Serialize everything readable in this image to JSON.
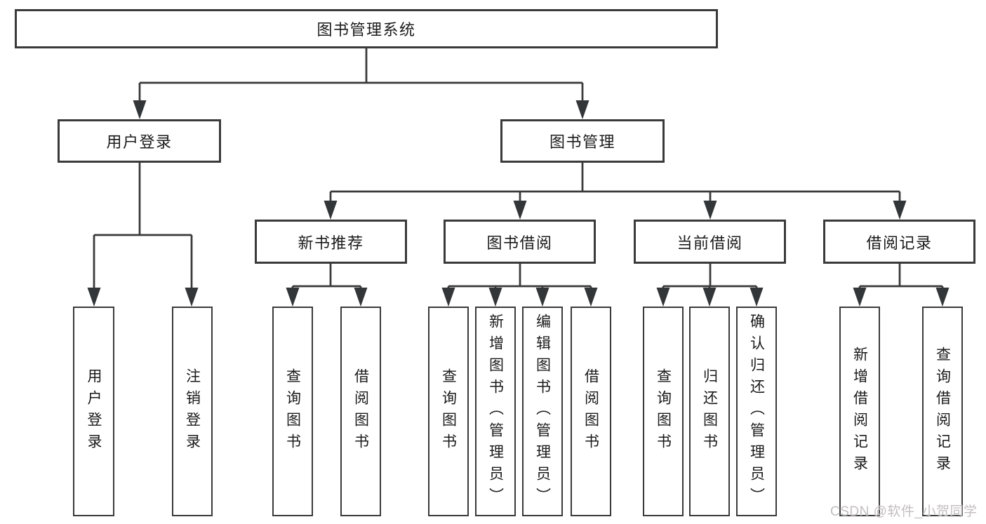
{
  "diagram": {
    "type": "org-tree",
    "nodes": {
      "root": "图书管理系统",
      "user_login": "用户登录",
      "book_management": "图书管理",
      "new_book_recommend": "新书推荐",
      "book_borrow": "图书借阅",
      "current_borrow": "当前借阅",
      "borrow_record": "借阅记录",
      "ul_user_login": "用户登录",
      "ul_logout": "注销登录",
      "nb_query_book": "查询图书",
      "nb_borrow_book": "借阅图书",
      "bb_query_book": "查询图书",
      "bb_add_book_admin": "新增图书（管理员）",
      "bb_edit_book_admin": "编辑图书（管理员）",
      "bb_borrow_book": "借阅图书",
      "cb_query_book": "查询图书",
      "cb_return_book": "归还图书",
      "cb_confirm_return_admin": "确认归还（管理员）",
      "br_add_record": "新增借阅记录",
      "br_query_record": "查询借阅记录"
    },
    "hierarchy": {
      "root": [
        "user_login",
        "book_management"
      ],
      "user_login": [
        "ul_user_login",
        "ul_logout"
      ],
      "book_management": [
        "new_book_recommend",
        "book_borrow",
        "current_borrow",
        "borrow_record"
      ],
      "new_book_recommend": [
        "nb_query_book",
        "nb_borrow_book"
      ],
      "book_borrow": [
        "bb_query_book",
        "bb_add_book_admin",
        "bb_edit_book_admin",
        "bb_borrow_book"
      ],
      "current_borrow": [
        "cb_query_book",
        "cb_return_book",
        "cb_confirm_return_admin"
      ],
      "borrow_record": [
        "br_add_record",
        "br_query_record"
      ]
    },
    "colors": {
      "line": "#3a3a3a",
      "box_border": "#3a3a3a",
      "box_background": "#ffffff",
      "text": "#1a1a1a"
    }
  },
  "watermark": {
    "text": "CSDN @软件_小贺同学",
    "color": "#c3bec1"
  }
}
